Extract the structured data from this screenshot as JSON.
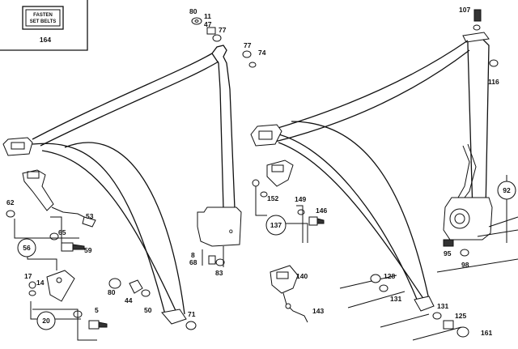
{
  "inset_box": {
    "sign_line1": "FASTEN",
    "sign_line2": "SET BELTS",
    "number": "164"
  },
  "callouts": [
    {
      "id": "c80a",
      "label": "80"
    },
    {
      "id": "c11",
      "label": "11"
    },
    {
      "id": "c47",
      "label": "47"
    },
    {
      "id": "c77a",
      "label": "77"
    },
    {
      "id": "c77b",
      "label": "77"
    },
    {
      "id": "c74",
      "label": "74"
    },
    {
      "id": "c107",
      "label": "107"
    },
    {
      "id": "c116",
      "label": "116"
    },
    {
      "id": "c62",
      "label": "62"
    },
    {
      "id": "c53",
      "label": "53"
    },
    {
      "id": "c65",
      "label": "65"
    },
    {
      "id": "c59",
      "label": "59"
    },
    {
      "id": "c17",
      "label": "17"
    },
    {
      "id": "c14",
      "label": "14"
    },
    {
      "id": "c5",
      "label": "5"
    },
    {
      "id": "c80b",
      "label": "80"
    },
    {
      "id": "c44",
      "label": "44"
    },
    {
      "id": "c50",
      "label": "50"
    },
    {
      "id": "c71",
      "label": "71"
    },
    {
      "id": "c8",
      "label": "8"
    },
    {
      "id": "c68",
      "label": "68"
    },
    {
      "id": "c83",
      "label": "83"
    },
    {
      "id": "c152",
      "label": "152"
    },
    {
      "id": "c149",
      "label": "149"
    },
    {
      "id": "c146",
      "label": "146"
    },
    {
      "id": "c140",
      "label": "140"
    },
    {
      "id": "c143",
      "label": "143"
    },
    {
      "id": "c128",
      "label": "128"
    },
    {
      "id": "c131a",
      "label": "131"
    },
    {
      "id": "c131b",
      "label": "131"
    },
    {
      "id": "c125",
      "label": "125"
    },
    {
      "id": "c161",
      "label": "161"
    },
    {
      "id": "c95",
      "label": "95"
    },
    {
      "id": "c98",
      "label": "98"
    }
  ],
  "circled": [
    {
      "id": "k56",
      "label": "56"
    },
    {
      "id": "k20",
      "label": "20"
    },
    {
      "id": "k137",
      "label": "137"
    },
    {
      "id": "k92",
      "label": "92"
    }
  ]
}
